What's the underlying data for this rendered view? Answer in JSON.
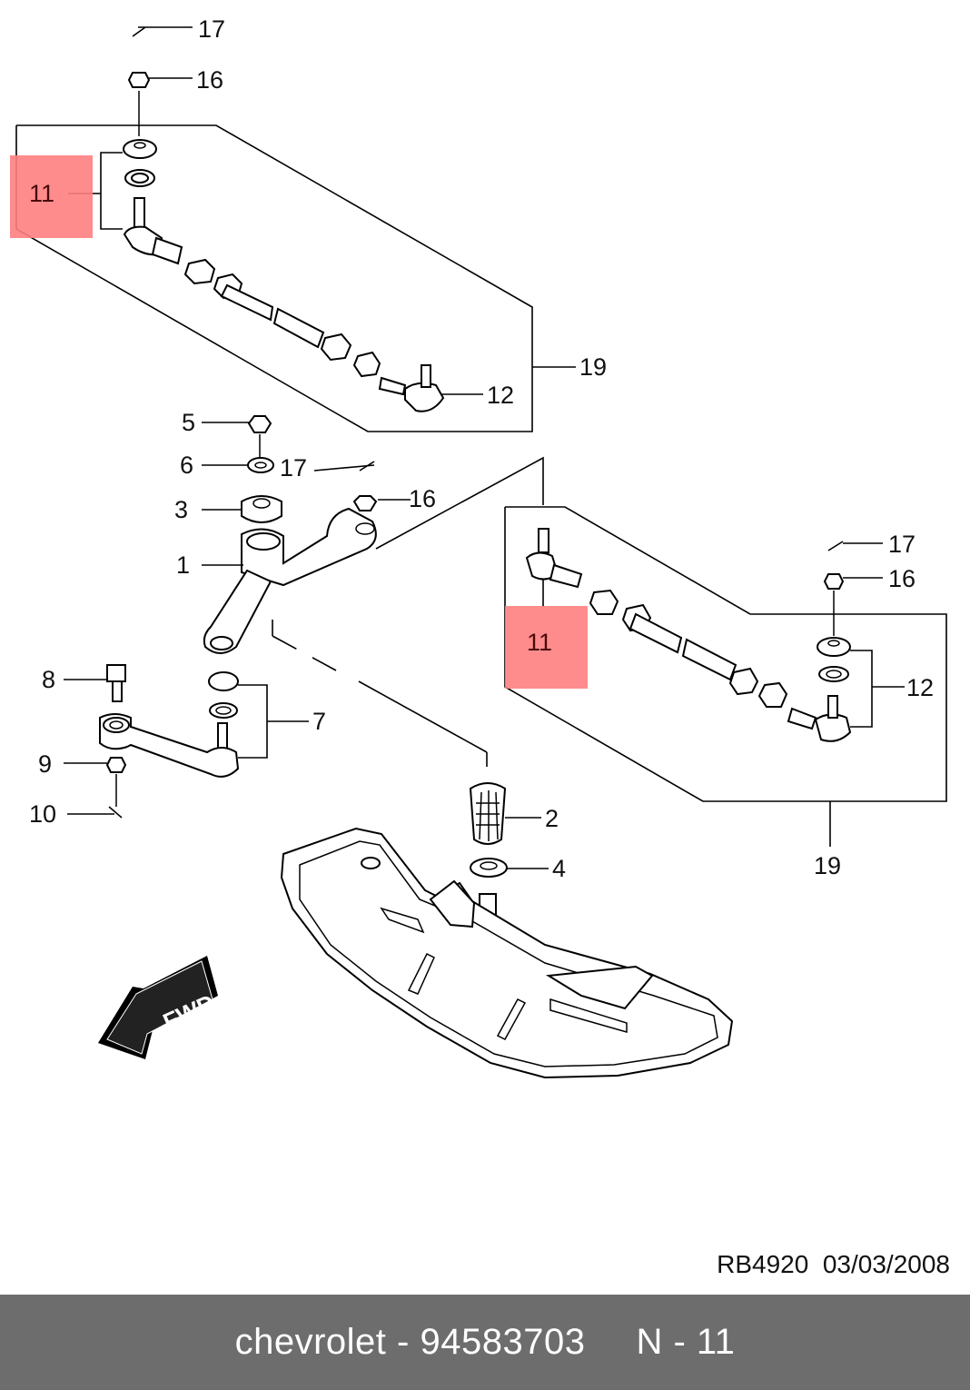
{
  "diagram": {
    "callouts": [
      "17",
      "16",
      "11",
      "19",
      "12",
      "5",
      "6",
      "17",
      "16",
      "3",
      "1",
      "8",
      "7",
      "9",
      "10",
      "2",
      "4",
      "11",
      "17",
      "16",
      "12",
      "19"
    ],
    "fwd_label": "FWD",
    "highlight_color": "#ff8080"
  },
  "ref": {
    "code": "RB4920",
    "date": "03/03/2008"
  },
  "footer": {
    "brand": "chevrolet",
    "dash": "-",
    "part_number": "94583703",
    "page": "N - 11"
  }
}
